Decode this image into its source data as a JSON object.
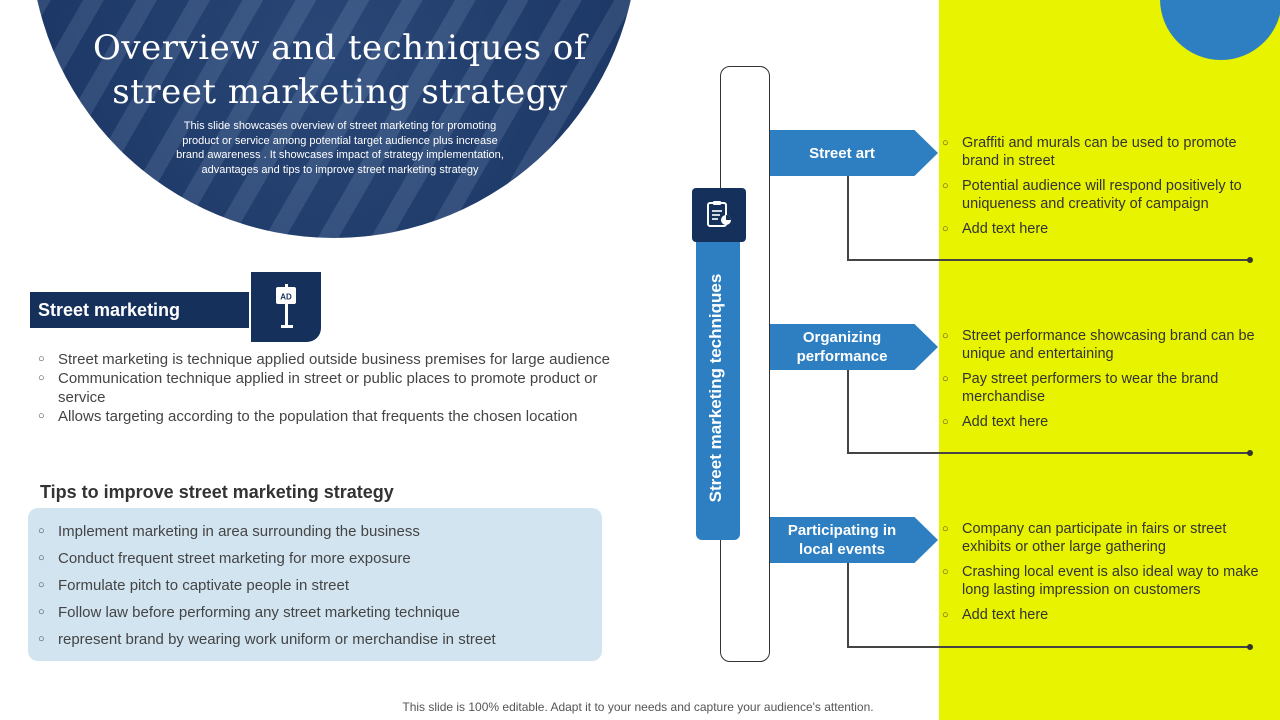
{
  "header": {
    "title_line1": "Overview and techniques of",
    "title_line2": "street marketing strategy",
    "subtitle_lines": [
      "This slide showcases overview of street marketing for promoting",
      "product or service among potential target audience plus increase",
      "brand awareness . It showcases impact of strategy implementation,",
      "advantages and tips to improve street marketing strategy"
    ]
  },
  "street_marketing": {
    "heading": "Street marketing",
    "icon": "ad-lamp-post-icon",
    "bullets": [
      "Street marketing is technique applied outside business premises for large audience",
      "Communication technique applied in street or public places to promote product or service",
      "Allows targeting according to the population that frequents the chosen location"
    ]
  },
  "tips": {
    "heading": "Tips to improve street marketing strategy",
    "items": [
      "Implement marketing in area surrounding the business",
      "Conduct frequent street marketing for more exposure",
      "Formulate pitch to captivate people in street",
      "Follow law before performing any street marketing technique",
      "represent brand by wearing work uniform or merchandise in street"
    ]
  },
  "techniques": {
    "label": "Street marketing techniques",
    "icon": "clipboard-chart-icon",
    "items": [
      {
        "name": "Street art",
        "points": [
          "Graffiti and murals can be used to promote brand in street",
          "Potential audience will respond positively to uniqueness and creativity of campaign",
          "Add text here"
        ]
      },
      {
        "name": "Organizing performance",
        "points": [
          "Street performance showcasing brand can be unique and entertaining",
          "Pay street performers to wear the brand merchandise",
          "Add text here"
        ]
      },
      {
        "name": "Participating in local events",
        "points": [
          "Company can participate in fairs or street exhibits or other large gathering",
          "Crashing local event is also ideal way to make long lasting impression on customers",
          "Add text here"
        ]
      }
    ]
  },
  "colors": {
    "navy": "#15305b",
    "blue": "#2e7fc1",
    "yellow": "#e8f300",
    "light_blue": "#d1e4f0"
  },
  "footer": "This slide is 100% editable. Adapt it to your needs and capture your audience's attention."
}
